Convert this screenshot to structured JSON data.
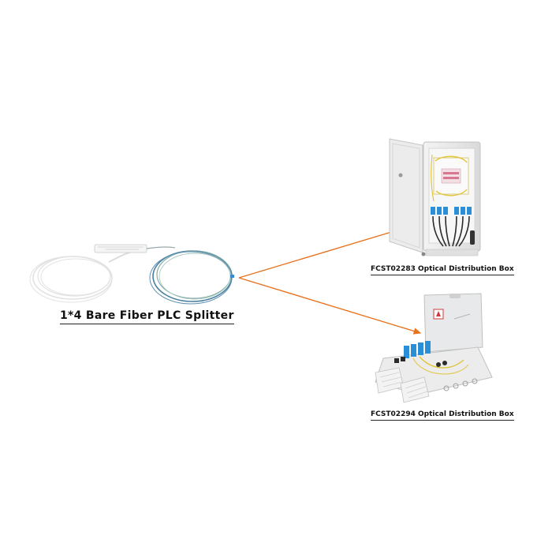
{
  "splitter": {
    "label": "1*4 Bare Fiber PLC Splitter"
  },
  "boxes": [
    {
      "label": "FCST02283 Optical Distribution Box"
    },
    {
      "label": "FCST02294 Optical Distribution Box"
    }
  ],
  "colors": {
    "connector_line": "#e8731e",
    "fiber_white": "#e6e6e6",
    "fiber_colored": "#4a7ea0",
    "box_body": "#e9eaea",
    "adapter_blue": "#2a8fd6",
    "tray_yellow": "#e3c53a"
  }
}
